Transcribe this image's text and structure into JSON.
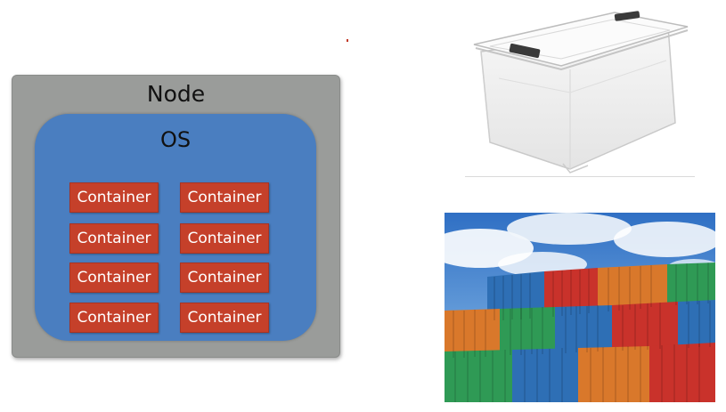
{
  "diagram": {
    "node_label": "Node",
    "os_label": "OS",
    "containers": [
      "Container",
      "Container",
      "Container",
      "Container",
      "Container",
      "Container",
      "Container",
      "Container"
    ]
  },
  "images": {
    "storage_box": "transparent-plastic-storage-box",
    "shipping_containers": "stacked-shipping-containers-photo"
  },
  "colors": {
    "node": "#9a9c9a",
    "os": "#4a7ec0",
    "container": "#c5402a"
  }
}
